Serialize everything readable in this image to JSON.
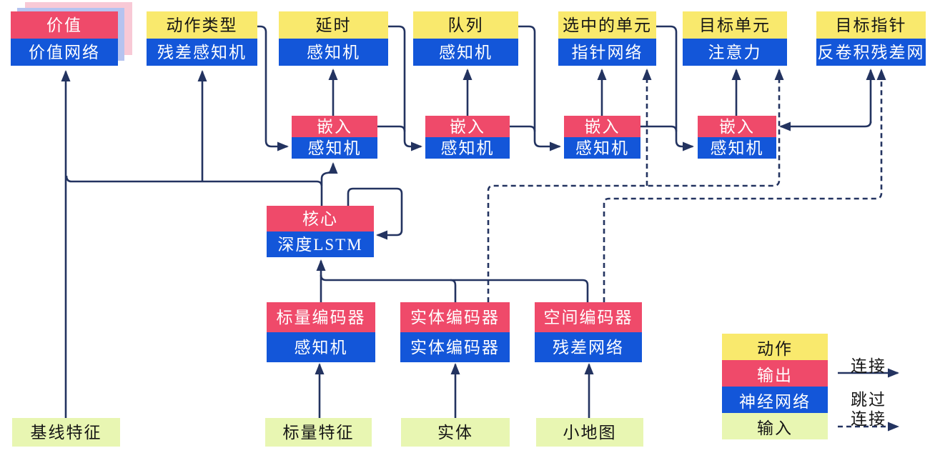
{
  "palette": {
    "action_yellow": "#f9e96d",
    "output_red": "#ef4a6a",
    "network_blue": "#1356d9",
    "input_green": "#e8f6b2",
    "wire_navy": "#233360",
    "value_shadow_pink": "#f8c9d6",
    "value_shadow_blue": "#b5c3f0"
  },
  "nodes": {
    "value_head": {
      "top": "价值",
      "bottom": "价值网络"
    },
    "heads": [
      {
        "top": "动作类型",
        "bottom": "残差感知机"
      },
      {
        "top": "延时",
        "bottom": "感知机"
      },
      {
        "top": "队列",
        "bottom": "感知机"
      },
      {
        "top": "选中的单元",
        "bottom": "指针网络"
      },
      {
        "top": "目标单元",
        "bottom": "注意力"
      },
      {
        "top": "目标指针",
        "bottom": "反卷积残差网"
      }
    ],
    "embeddings": [
      {
        "top": "嵌入",
        "bottom": "感知机"
      },
      {
        "top": "嵌入",
        "bottom": "感知机"
      },
      {
        "top": "嵌入",
        "bottom": "感知机"
      },
      {
        "top": "嵌入",
        "bottom": "感知机"
      }
    ],
    "core": {
      "top": "核心",
      "bottom": "深度LSTM"
    },
    "encoders": [
      {
        "top": "标量编码器",
        "bottom": "感知机"
      },
      {
        "top": "实体编码器",
        "bottom": "实体编码器"
      },
      {
        "top": "空间编码器",
        "bottom": "残差网络"
      }
    ],
    "inputs": [
      "基线特征",
      "标量特征",
      "实体",
      "小地图"
    ]
  },
  "legend": {
    "rows": [
      {
        "label": "动作",
        "color": "yellow"
      },
      {
        "label": "输出",
        "color": "red"
      },
      {
        "label": "神经网络",
        "color": "blue"
      },
      {
        "label": "输入",
        "color": "green"
      }
    ],
    "connection_label": "连接",
    "skip_label_line1": "跳过",
    "skip_label_line2": "连接"
  }
}
